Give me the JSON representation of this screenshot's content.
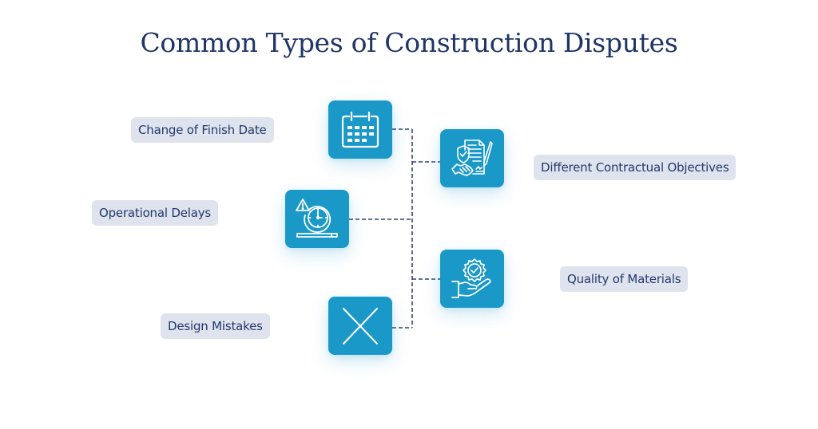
{
  "title": "Common Types of Construction Disputes",
  "colors": {
    "title": "#1f3566",
    "icon_box": "#1a98c8",
    "pill_bg": "#dfe3ee",
    "pill_text": "#22386b",
    "connector": "#2f4373"
  },
  "items": [
    {
      "label": "Change of Finish Date",
      "icon": "calendar-icon",
      "side": "left"
    },
    {
      "label": "Different Contractual Objectives",
      "icon": "contract-handshake-icon",
      "side": "right"
    },
    {
      "label": "Operational Delays",
      "icon": "clock-warning-icon",
      "side": "left"
    },
    {
      "label": "Quality of Materials",
      "icon": "quality-badge-hand-icon",
      "side": "right"
    },
    {
      "label": "Design Mistakes",
      "icon": "x-cross-icon",
      "side": "left"
    }
  ]
}
